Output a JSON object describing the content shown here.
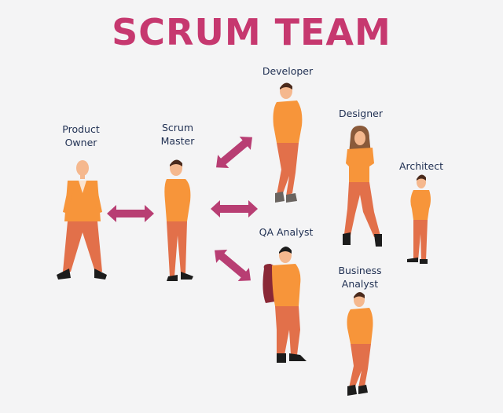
{
  "title": "SCRUM TEAM",
  "colors": {
    "title": "#c6386f",
    "label": "#1f2f52",
    "arrow": "#b83e73",
    "shirt": "#f7953a",
    "pants": "#e2704a",
    "skin": "#f5b88e",
    "hair": "#4a2a1c",
    "shoes": "#1c1c1c",
    "backpack": "#8a2836",
    "background": "#f4f4f5"
  },
  "roles": {
    "product_owner": [
      "Product",
      "Owner"
    ],
    "scrum_master": [
      "Scrum",
      "Master"
    ],
    "developer": "Developer",
    "designer": "Designer",
    "architect": "Architect",
    "qa_analyst": "QA Analyst",
    "business_analyst": [
      "Business",
      "Analyst"
    ]
  },
  "connections": [
    {
      "from": "Product Owner",
      "to": "Scrum Master",
      "direction": "two-way"
    },
    {
      "from": "Scrum Master",
      "to": "Developer",
      "direction": "two-way"
    },
    {
      "from": "Scrum Master",
      "to": "Team",
      "direction": "two-way"
    },
    {
      "from": "Scrum Master",
      "to": "QA Analyst",
      "direction": "two-way"
    }
  ]
}
